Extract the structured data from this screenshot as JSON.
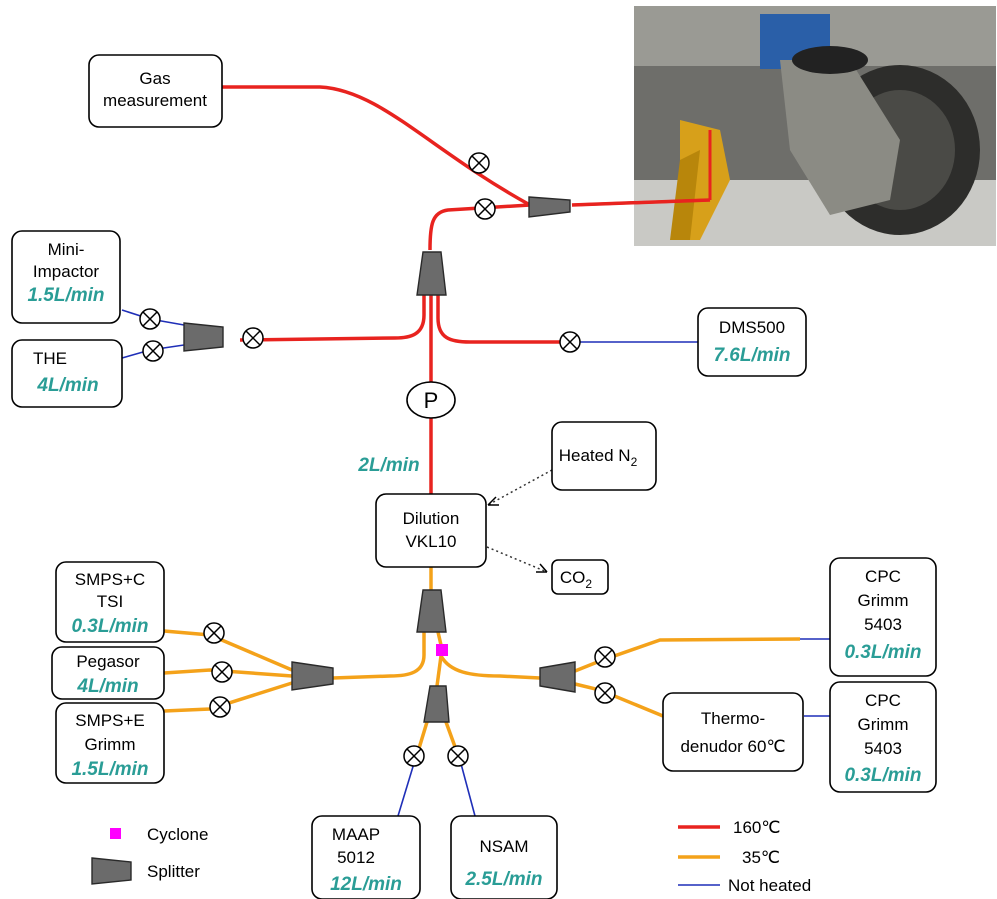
{
  "colors": {
    "hot": "#e8231f",
    "warm": "#f4a21a",
    "cold": "#1f2fb8",
    "flow_text": "#2a9d96",
    "cyclone": "#ff00ff",
    "splitter": "#6b6b6b"
  },
  "nodes": {
    "gas": {
      "line1": "Gas",
      "line2": "measurement"
    },
    "mini": {
      "line1": "Mini-",
      "line2": "Impactor",
      "flow": "1.5L/min"
    },
    "the": {
      "line1": "THE",
      "flow": "4L/min"
    },
    "dms": {
      "line1": "DMS500",
      "flow": "7.6L/min"
    },
    "pump": {
      "label": "P"
    },
    "pump_flow": "2L/min",
    "heated": {
      "text": "Heated N",
      "sub": "2"
    },
    "dilution": {
      "line1": "Dilution",
      "line2": "VKL10"
    },
    "co2": {
      "text": "CO",
      "sub": "2"
    },
    "smpsc": {
      "line1": "SMPS+C",
      "line2": "TSI",
      "flow": "0.3L/min"
    },
    "pegasor": {
      "line1": "Pegasor",
      "flow": "4L/min"
    },
    "smpse": {
      "line1": "SMPS+E",
      "line2": "Grimm",
      "flow": "1.5L/min"
    },
    "cpc1": {
      "line1": "CPC",
      "line2": "Grimm",
      "line3": "5403",
      "flow": "0.3L/min"
    },
    "cpc2": {
      "line1": "CPC",
      "line2": "Grimm",
      "line3": "5403",
      "flow": "0.3L/min"
    },
    "thermo": {
      "line1": "Thermo-",
      "line2": "denudor 60℃"
    },
    "maap": {
      "line1": "MAAP",
      "line2": "5012",
      "flow": "12L/min"
    },
    "nsam": {
      "line1": "NSAM",
      "flow": "2.5L/min"
    }
  },
  "legend": {
    "cyclone": "Cyclone",
    "splitter": "Splitter",
    "hot": "160℃",
    "warm": "35℃",
    "cold": "Not heated"
  }
}
